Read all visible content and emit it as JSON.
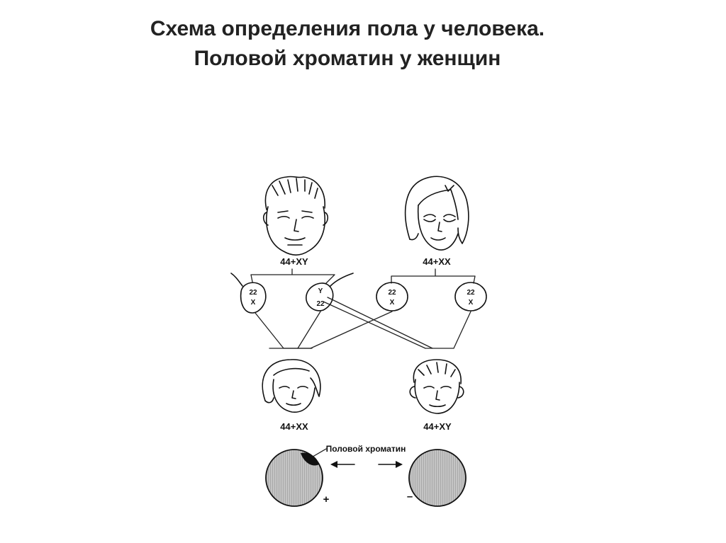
{
  "slide": {
    "title_line1": "Схема определения пола у человека.",
    "title_line2": "Половой хроматин у женщин"
  },
  "diagram": {
    "father": {
      "karyotype": "44+XY"
    },
    "mother": {
      "karyotype": "44+XX"
    },
    "gametes": [
      {
        "top": "22",
        "bottom": "X"
      },
      {
        "top": "Y",
        "bottom": "22"
      },
      {
        "top": "22",
        "bottom": "X"
      },
      {
        "top": "22",
        "bottom": "X"
      }
    ],
    "daughter": {
      "karyotype": "44+XX"
    },
    "son": {
      "karyotype": "44+XY"
    },
    "chromatin": {
      "label": "Половой хроматин",
      "female_sign": "+",
      "male_sign": "–"
    },
    "colors": {
      "ink": "#111111",
      "nucleus_fill": "#b8b8b8",
      "background": "#ffffff"
    }
  }
}
